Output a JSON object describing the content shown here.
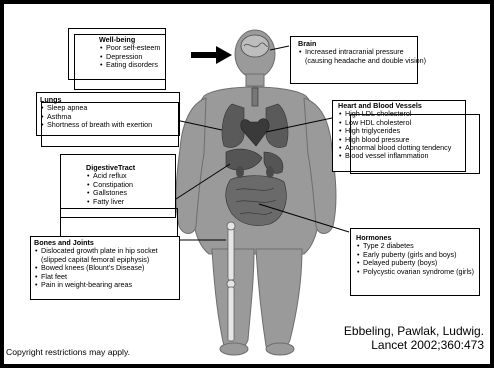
{
  "wellbeing": {
    "title": "Well-being",
    "items": [
      "Poor self-esteem",
      "Depression",
      "Eating disorders"
    ]
  },
  "brain": {
    "title": "Brain",
    "line1": "Increased intracranial pressure",
    "line2": "(causing headache and double vision)"
  },
  "lungs": {
    "title": "Lungs",
    "items": [
      "Sleep apnea",
      "Asthma",
      "Shortness of breath with exertion"
    ]
  },
  "heart": {
    "title": "Heart and Blood Vessels",
    "items": [
      "High LDL cholesterol",
      "Low HDL cholesterol",
      "High triglycerides",
      "High blood pressure",
      "Abnormal blood clotting tendency",
      "Blood vessel inflammation"
    ]
  },
  "digestive": {
    "title": "DigestiveTract",
    "items": [
      "Acid reflux",
      "Constipation",
      "Gallstones",
      "Fatty liver"
    ]
  },
  "hormones": {
    "title": "Hormones",
    "items": [
      "Type 2 diabetes",
      "Early puberty (girls and boys)",
      "Delayed puberty (boys)",
      "Polycystic ovarian syndrome (girls)"
    ]
  },
  "bones": {
    "title": "Bones and Joints",
    "item1_line1": "Dislocated growth plate in hip socket",
    "item1_line2": "(slipped capital femoral epiphysis)",
    "items_rest": [
      "Bowed knees (Blount’s Disease)",
      "Flat feet",
      "Pain in weight-bearing areas"
    ]
  },
  "citation": {
    "line1": "Ebbeling, Pawlak, Ludwig.",
    "line2": "Lancet 2002;360:473"
  },
  "copyright": "Copyright restrictions may apply.",
  "colors": {
    "body": "#9a9a9a",
    "body_outline": "#6e6e6e",
    "organ": "#4a4a4a",
    "bone": "#e6e6e6"
  }
}
